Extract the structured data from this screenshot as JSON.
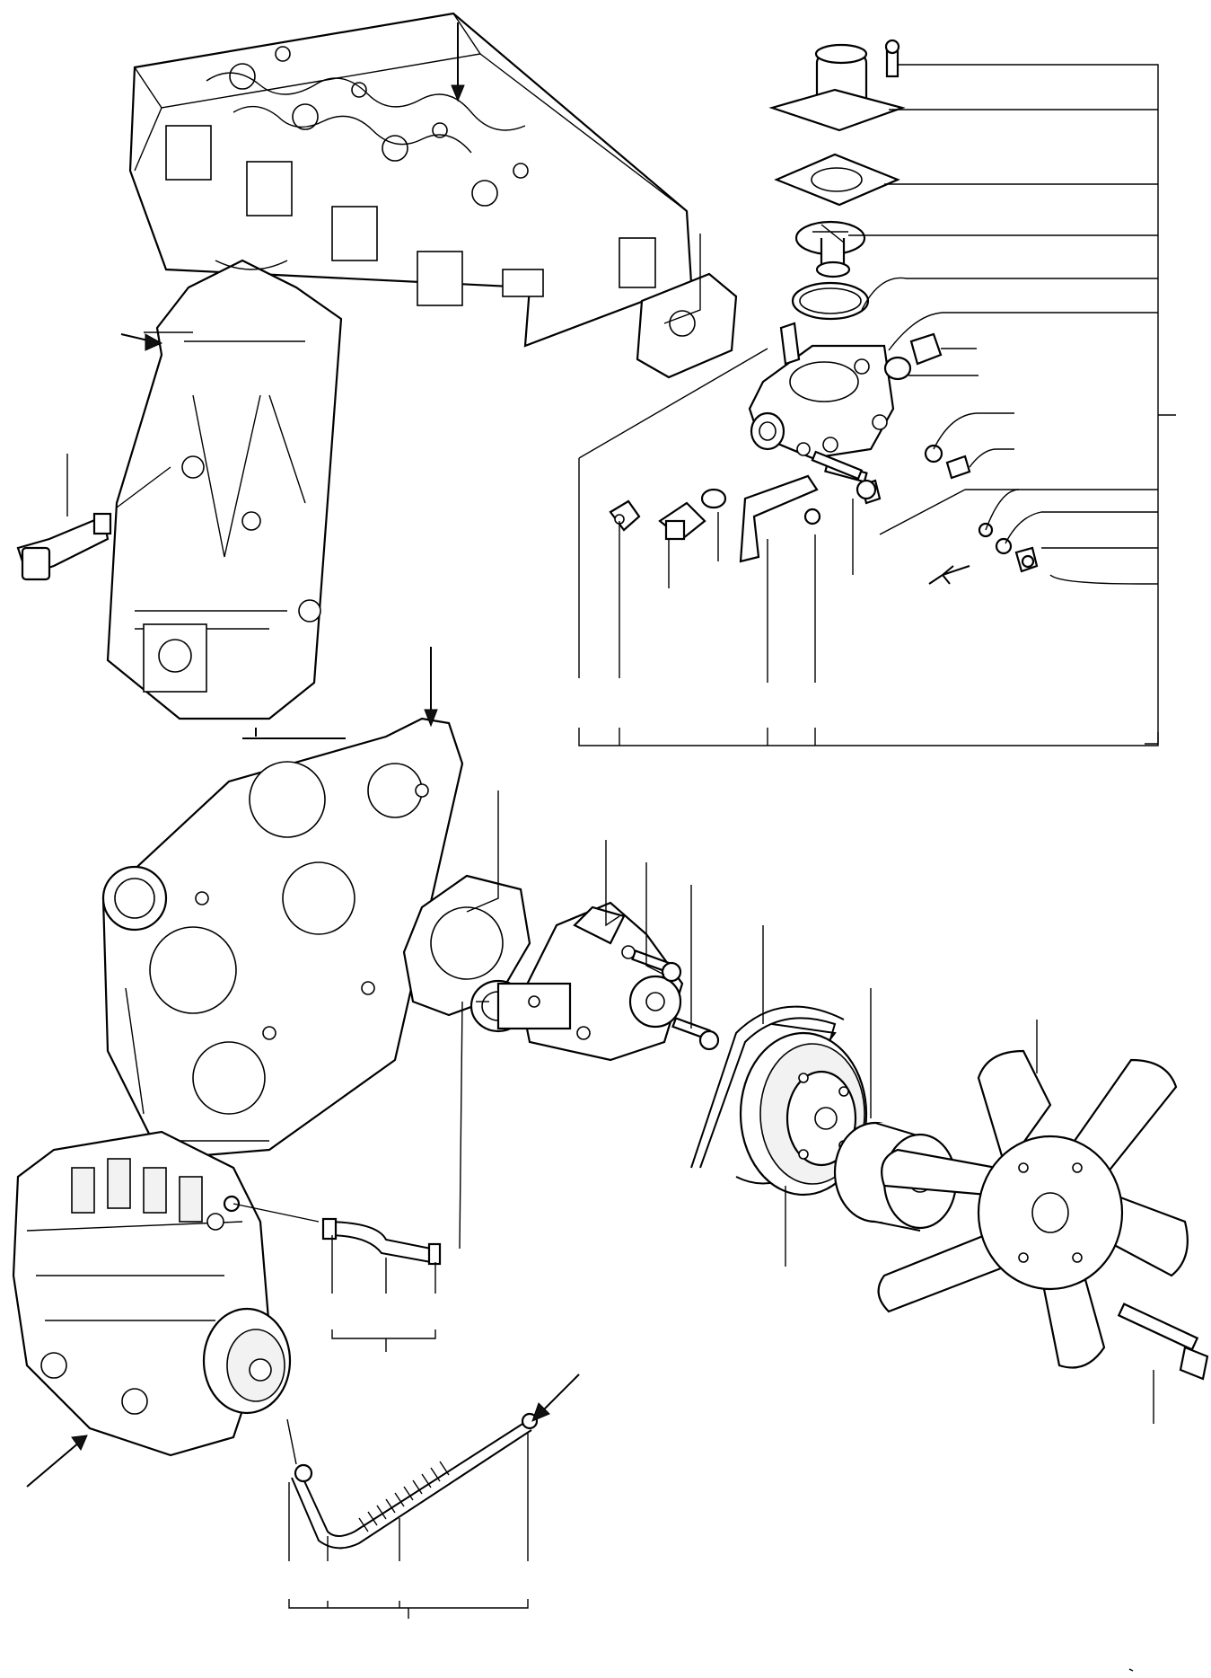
{
  "diagram": {
    "kind": "exploded-parts-view",
    "assemblies": [
      "cylinder-head",
      "engine-block",
      "thermostat-housing",
      "front-gear-case",
      "water-pump",
      "v-belt",
      "pulley",
      "fan-spacer",
      "cooling-fan",
      "fuel-injection-pump",
      "hose"
    ],
    "line_color": "#000000",
    "background": "#ffffff"
  }
}
